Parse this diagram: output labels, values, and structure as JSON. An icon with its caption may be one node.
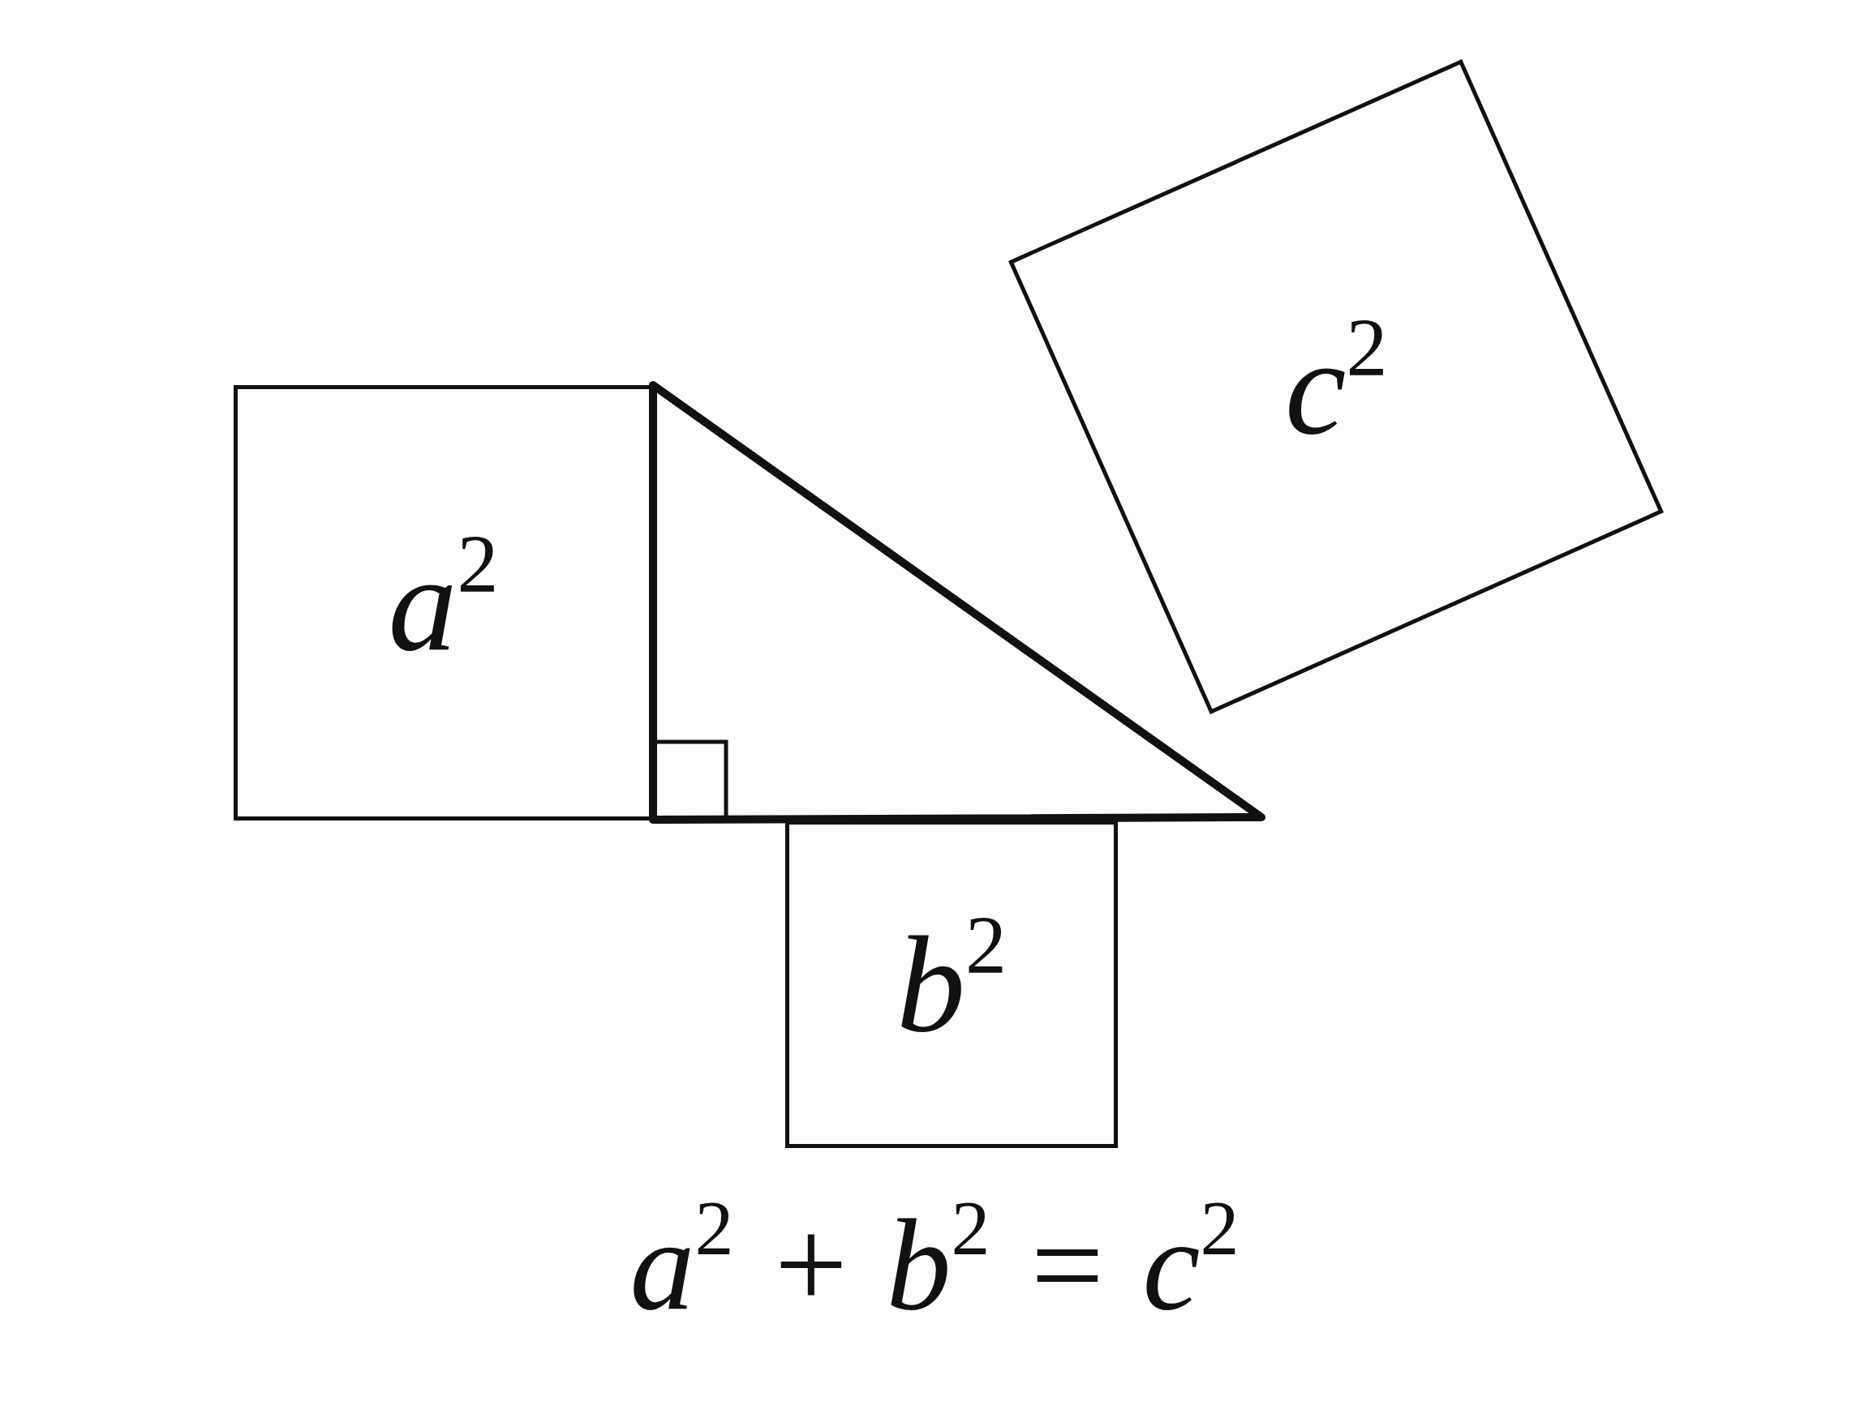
{
  "diagram": {
    "nodes": [
      {
        "text": [
          "a$^{2}$"
        ]
      },
      {
        "text": [],
        "shape": "triangle"
      },
      {
        "text": [
          "b$^{2}$"
        ]
      },
      {
        "text": [
          "c$^{2}$"
        ]
      }
    ],
    "edges": [],
    "labels": [
      "a$^{2}$ + b$^{2}$ = c$^{2}$"
    ]
  }
}
